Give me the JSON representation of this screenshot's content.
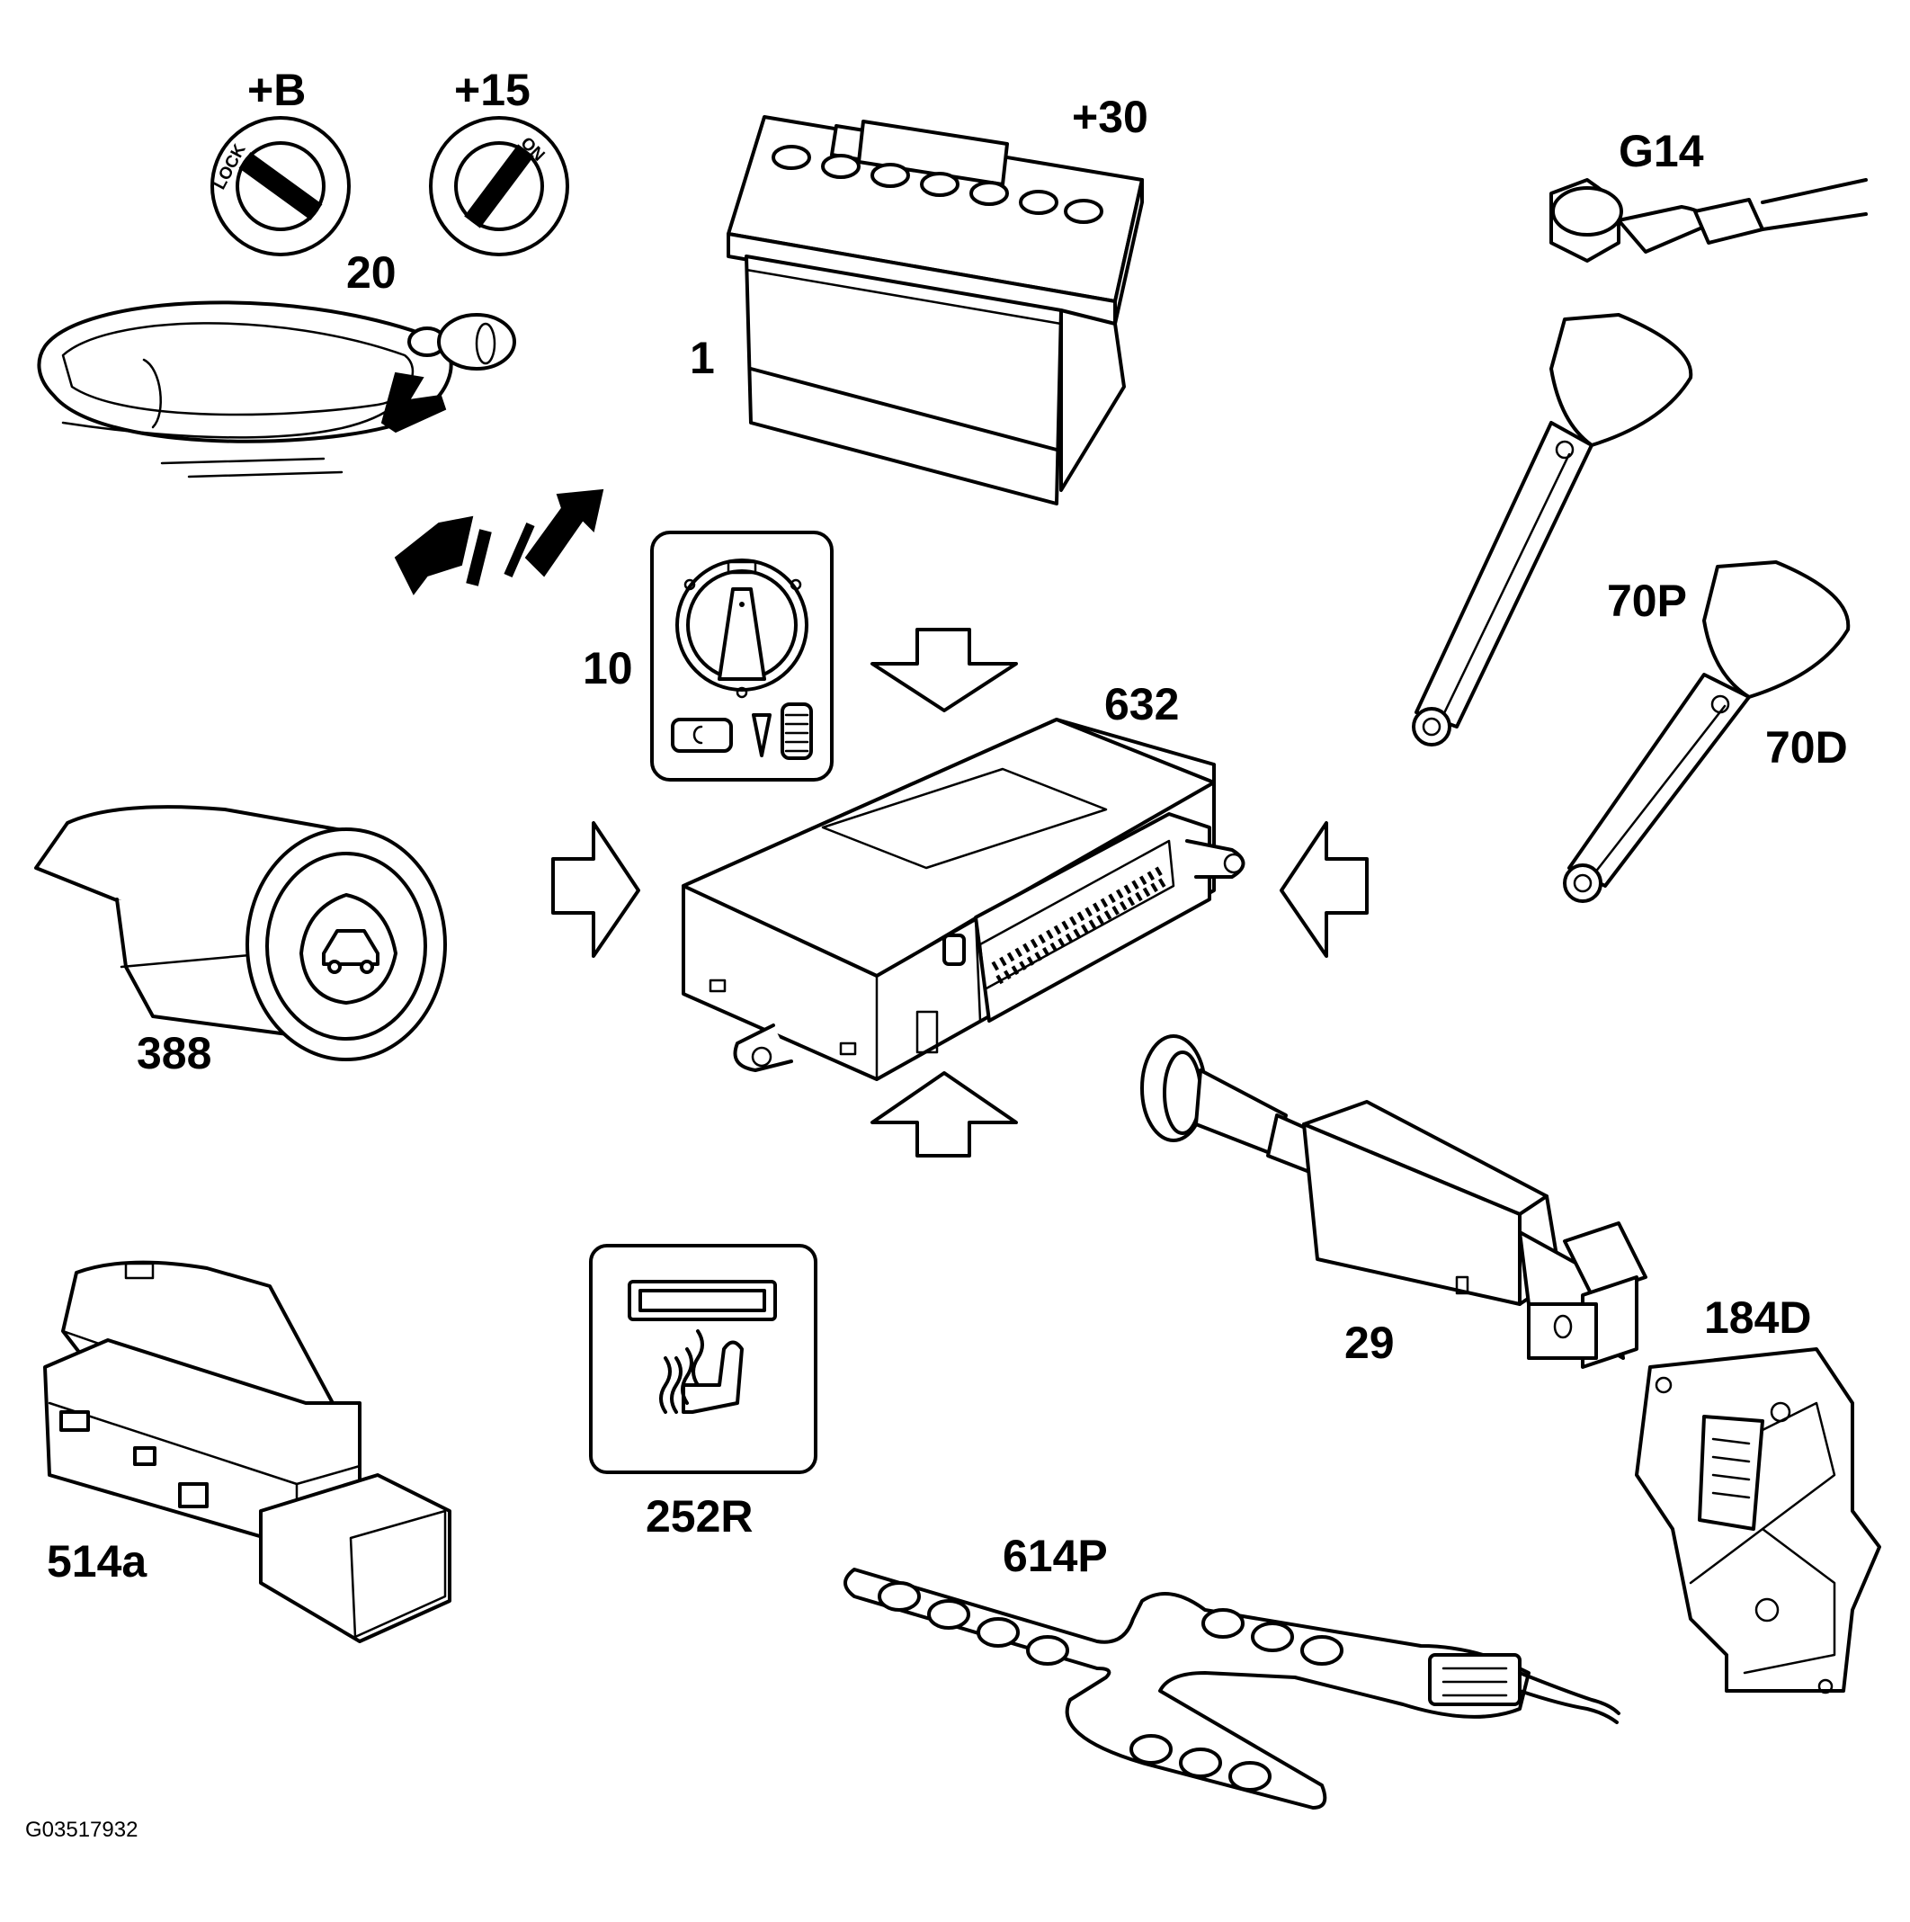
{
  "labels": {
    "ignition_b": "+B",
    "ignition_15": "+15",
    "ignition_ref": "20",
    "lock_text": "LOCK",
    "on_text": "ON",
    "battery_terminal": "+30",
    "battery_ref": "1",
    "ground_ref": "G14",
    "light_switch_ref": "10",
    "module_ref": "632",
    "seatbelt_passenger": "70P",
    "seatbelt_driver": "70D",
    "trunk_switch_ref": "388",
    "brake_switch_ref": "29",
    "door_lock_ref": "184D",
    "window_switch_ref": "514a",
    "seat_heat_switch_ref": "252R",
    "seat_sensor_ref": "614P",
    "figure_code": "G03517932"
  },
  "icons": [
    "ignition-lock-icon",
    "ignition-on-icon",
    "battery-icon",
    "ground-terminal-icon",
    "key-fob-icon",
    "light-switch-icon",
    "control-module-icon",
    "seatbelt-buckle-icon",
    "trunk-release-switch-icon",
    "brake-light-switch-icon",
    "door-lock-actuator-icon",
    "window-switch-icon",
    "seat-heater-switch-icon",
    "seat-occupancy-sensor-icon",
    "arrow-icon"
  ]
}
